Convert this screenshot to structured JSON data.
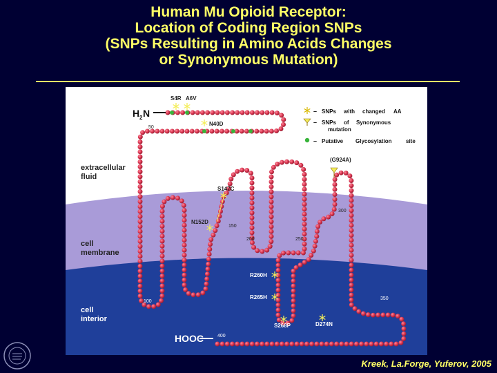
{
  "title": {
    "line1": "Human Mu Opioid Receptor:",
    "line2": "Location of Coding Region SNPs",
    "line3": "(SNPs Resulting in Amino Acids Changes",
    "line4": "or Synonymous Mutation)"
  },
  "regions": {
    "extracellular_line1": "extracellular",
    "extracellular_line2": "fluid",
    "membrane_line1": "cell",
    "membrane_line2": "membrane",
    "interior_line1": "cell",
    "interior_line2": "interior"
  },
  "termini": {
    "n_terminus_main": "H",
    "n_terminus_sub": "2",
    "n_terminus_end": "N",
    "c_terminus": "HOOC"
  },
  "snps": {
    "s4r": "S4R",
    "a6v": "A6V",
    "n40d": "N40D",
    "s147c": "S147C",
    "n152d": "N152D",
    "r260h": "R260H",
    "r265h": "R265H",
    "s268p": "S268P",
    "d274n": "D274N",
    "g924a": "(G924A)"
  },
  "residue_numbers": {
    "n50": "50",
    "n100": "100",
    "n150": "150",
    "n200": "200",
    "n250": "250",
    "n300": "300",
    "n350": "350",
    "n400": "400"
  },
  "legend": {
    "row1_a": "SNPs",
    "row1_b": "with",
    "row1_c": "changed",
    "row1_d": "AA",
    "row2_a": "SNPs",
    "row2_b": "of",
    "row2_c": "Synonymous",
    "row2_d": "mutation",
    "row3_a": "Putative",
    "row3_b": "Glycosylation",
    "row3_c": "site",
    "dash": "–"
  },
  "citation": "Kreek, La.Forge, Yuferov, 2005",
  "colors": {
    "background": "#000033",
    "title": "#ffff66",
    "extracellular": "#ffffff",
    "membrane": "#a99bd8",
    "interior": "#1f3f9a",
    "residue": "#d8344f",
    "glycosylation": "#38b43a",
    "snp_marker": "#f4ee5a"
  }
}
